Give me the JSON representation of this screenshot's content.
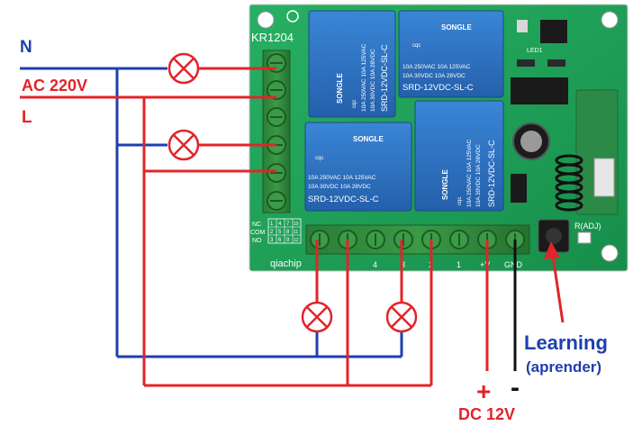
{
  "labels": {
    "neutral": "N",
    "ac_voltage": "AC 220V",
    "line": "L",
    "learning": "Learning",
    "learning_translation": "(aprender)",
    "dc_plus": "+",
    "dc_minus": "-",
    "dc_voltage": "DC 12V"
  },
  "board": {
    "model": "KR1204",
    "brand": "qiachip",
    "adjust_label": "R(ADJ)",
    "led_label": "LED1",
    "contact_rows": [
      "NC",
      "COM",
      "NO"
    ],
    "contact_grid": [
      [
        "1",
        "4",
        "7",
        "10"
      ],
      [
        "2",
        "5",
        "8",
        "11"
      ],
      [
        "3",
        "6",
        "9",
        "12"
      ]
    ],
    "bottom_terminal_labels": [
      "4",
      "3",
      "2",
      "1",
      "+V",
      "GND"
    ]
  },
  "relays": [
    {
      "brand": "SONGLE",
      "cert": "cqc",
      "rating_1": "10A 250VAC  10A 125VAC",
      "rating_2": "10A  30VDC  10A  28VDC",
      "model": "SRD-12VDC-SL-C"
    },
    {
      "brand": "SONGLE",
      "cert": "cqc",
      "rating_1": "10A 250VAC  10A 125VAC",
      "rating_2": "10A  30VDC  10A  28VDC",
      "model": "SRD-12VDC-SL-C"
    },
    {
      "brand": "SONGLE",
      "cert": "cqc",
      "rating_1": "10A 250VAC  10A 125VAC",
      "rating_2": "10A  30VDC  10A  28VDC",
      "model": "SRD-12VDC-SL-C"
    },
    {
      "brand": "SONGLE",
      "cert": "cqc",
      "rating_1": "10A 250VAC  10A 125VAC",
      "rating_2": "10A  30VDC  10A  28VDC",
      "model": "SRD-12VDC-SL-C"
    }
  ],
  "colors": {
    "neutral_wire": "#1f3fae",
    "line_wire": "#e0252b",
    "dc_positive": "#e0252b",
    "dc_negative": "#111111",
    "pcb": "#1fa35a",
    "relay": "#2f74c4",
    "terminal": "#2f8a3c",
    "lamp": "#e0252b"
  }
}
